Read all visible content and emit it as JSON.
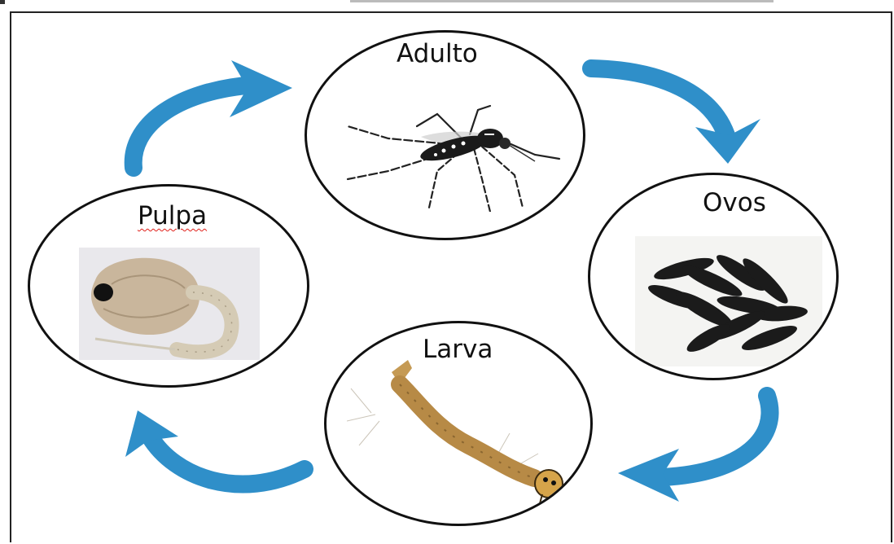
{
  "diagram": {
    "type": "life-cycle",
    "arrow_color": "#2f8fc9",
    "stages": [
      {
        "id": "adulto",
        "label": "Adulto",
        "image": "mosquito-adult"
      },
      {
        "id": "ovos",
        "label": "Ovos",
        "image": "mosquito-eggs"
      },
      {
        "id": "larva",
        "label": "Larva",
        "image": "mosquito-larva"
      },
      {
        "id": "pulpa",
        "label": "Pulpa",
        "image": "mosquito-pupa",
        "spellcheck_underline": true
      }
    ],
    "arrows": [
      {
        "from": "Adulto",
        "to": "Ovos"
      },
      {
        "from": "Ovos",
        "to": "Larva"
      },
      {
        "from": "Larva",
        "to": "Pulpa"
      },
      {
        "from": "Pulpa",
        "to": "Adulto"
      }
    ]
  }
}
